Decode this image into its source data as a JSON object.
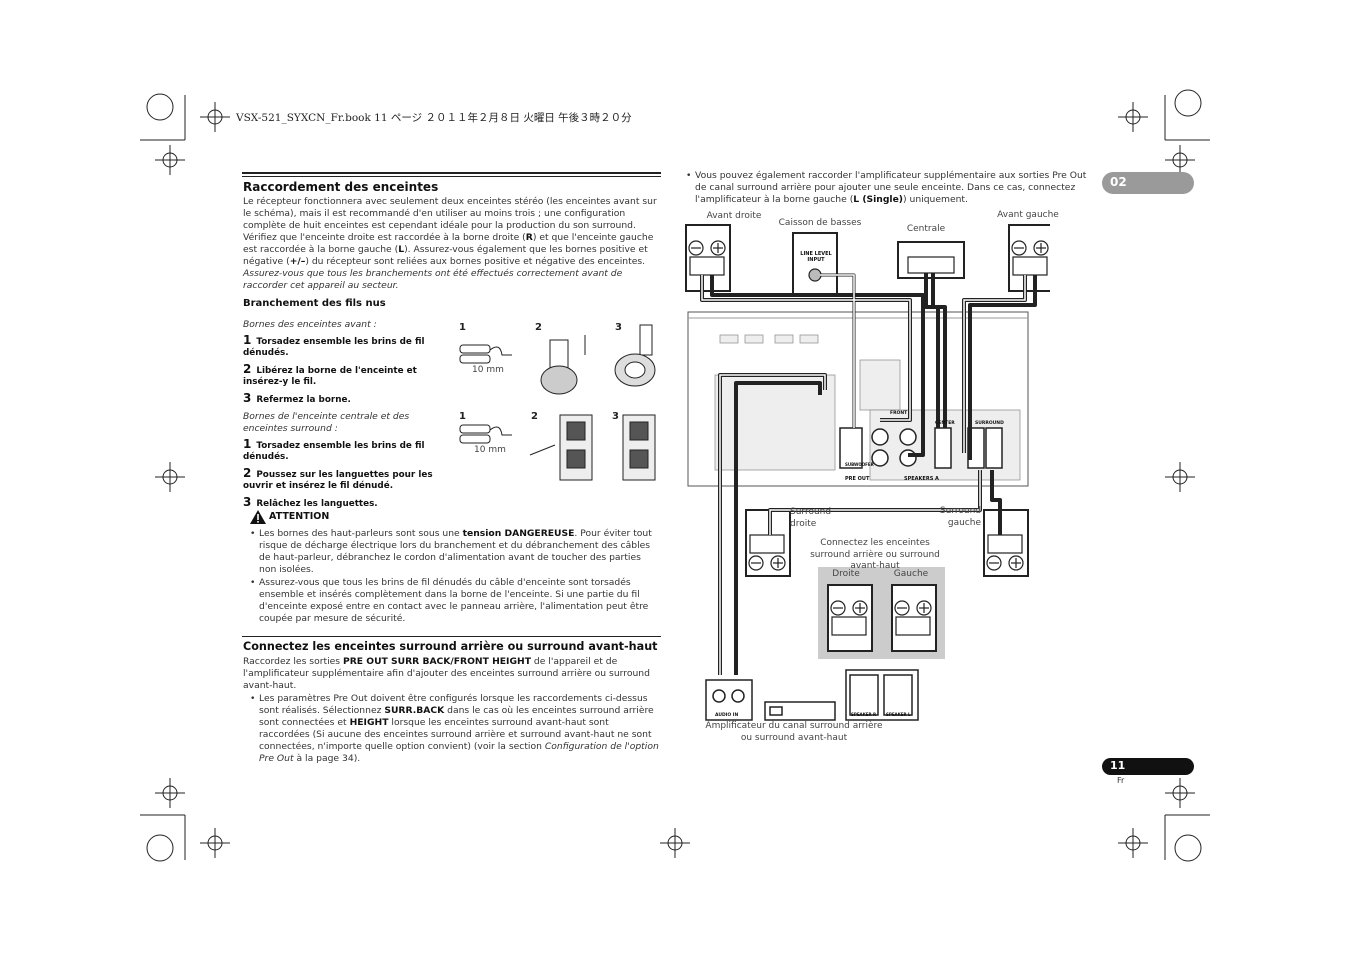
{
  "header": {
    "book_line": "VSX-521_SYXCN_Fr.book  11 ページ  ２０１１年２月８日  火曜日  午後３時２０分"
  },
  "chapter": "02",
  "page": {
    "number": "11",
    "lang": "Fr"
  },
  "left": {
    "title": "Raccordement des enceintes",
    "p1": "Le récepteur fonctionnera avec seulement deux enceintes stéréo (les enceintes avant sur le schéma), mais il est recommandé d'en utiliser au moins trois ; une configuration complète de huit enceintes est cependant idéale pour la production du son surround.",
    "p2a": "Vérifiez que l'enceinte droite est raccordée à la borne droite (",
    "p2R": "R",
    "p2b": ") et que l'enceinte gauche est raccordée à la borne gauche (",
    "p2L": "L",
    "p2c": "). Assurez-vous également que les bornes positive et négative (",
    "p2pm": "+/–",
    "p2d": ") du récepteur sont reliées aux bornes positive et négative des enceintes.",
    "p3": "Assurez-vous que tous les branchements ont été effectués correctement avant de raccorder cet appareil au secteur.",
    "sub": "Branchement des fils nus",
    "front_caption": "Bornes des enceintes avant :",
    "front_steps": [
      {
        "n": "1",
        "t": "Torsadez ensemble les brins de fil dénudés."
      },
      {
        "n": "2",
        "t": "Libérez la borne de l'enceinte et insérez-y le fil."
      },
      {
        "n": "3",
        "t": "Refermez la borne."
      }
    ],
    "center_caption": "Bornes de l'enceinte centrale et des enceintes surround :",
    "center_steps": [
      {
        "n": "1",
        "t": "Torsadez ensemble les brins de fil dénudés."
      },
      {
        "n": "2",
        "t": "Poussez sur les languettes pour les ouvrir et insérez le fil dénudé."
      },
      {
        "n": "3",
        "t": "Relâchez les languettes."
      }
    ],
    "fig_nums": [
      "1",
      "2",
      "3"
    ],
    "fig_mm": "10 mm",
    "attention": "ATTENTION",
    "att1a": "Les bornes des haut-parleurs sont sous une ",
    "att1b": "tension DANGEREUSE",
    "att1c": ". Pour éviter tout risque de décharge électrique lors du branchement et du débranchement des câbles de haut-parleur, débranchez le cordon d'alimentation avant de toucher des parties non isolées.",
    "att2": "Assurez-vous que tous les brins de fil dénudés du câble d'enceinte sont torsadés ensemble et insérés complètement dans la borne de l'enceinte. Si une partie du fil d'enceinte exposé entre en contact avec le panneau arrière, l'alimentation peut être coupée par mesure de sécurité.",
    "title2": "Connectez les enceintes surround arrière ou surround avant-haut",
    "p4a": "Raccordez les sorties ",
    "p4b": "PRE OUT SURR BACK/FRONT HEIGHT",
    "p4c": " de l'appareil et de l'amplificateur supplémentaire afin d'ajouter des enceintes surround arrière ou surround avant-haut.",
    "b1a": "Les paramètres Pre Out doivent être configurés lorsque les raccordements ci-dessus sont réalisés. Sélectionnez ",
    "b1b": "SURR.BACK",
    "b1c": " dans le cas où les enceintes surround arrière sont connectées et ",
    "b1d": "HEIGHT",
    "b1e": " lorsque les enceintes surround avant-haut sont raccordées (Si aucune des enceintes surround arrière et surround avant-haut ne sont connectées, n'importe quelle option convient) (voir la section ",
    "b1f": "Configuration de l'option Pre Out",
    "b1g": " à la page 34)."
  },
  "right": {
    "b1a": "Vous pouvez également raccorder l'amplificateur supplémentaire aux sorties Pre Out de canal surround arrière pour ajouter une seule enceinte. Dans ce cas, connectez l'amplificateur à la borne gauche (",
    "b1b": "L (Single)",
    "b1c": ") uniquement.",
    "labels": {
      "avant_droite": "Avant droite",
      "caisson": "Caisson de basses",
      "centrale": "Centrale",
      "avant_gauche": "Avant gauche",
      "line_level": "LINE LEVEL INPUT",
      "surr_droite": "Surround droite",
      "surr_gauche": "Surround gauche",
      "connectez": "Connectez les enceintes surround arrière ou surround avant-haut",
      "droite": "Droite",
      "gauche": "Gauche",
      "ampli": "Amplificateur du canal surround arrière ou surround avant-haut",
      "pre_out": "PRE OUT",
      "speakers": "SPEAKERS A",
      "front": "FRONT",
      "center": "CENTER",
      "surround": "SURROUND",
      "audio_in": "AUDIO IN",
      "speaker_r": "SPEAKER R",
      "speaker_l": "SPEAKER L",
      "subwoofer": "SUBWOOFER"
    }
  }
}
